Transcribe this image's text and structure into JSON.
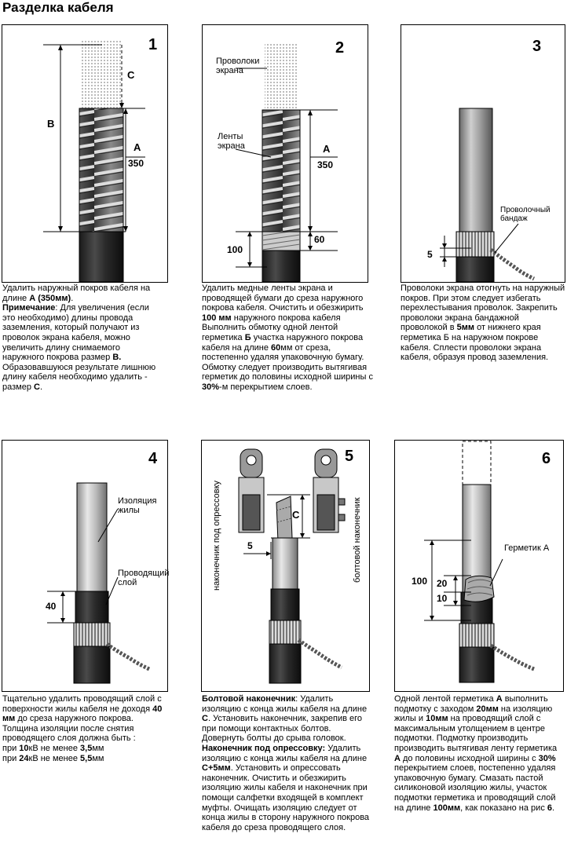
{
  "title": "Разделка кабеля",
  "panels": [
    {
      "number": "1",
      "dims": {
        "B": "B",
        "C": "C",
        "A": "A",
        "A_val": "350"
      }
    },
    {
      "number": "2",
      "labels": {
        "screen_wires": "Проволоки\nэкрана",
        "screen_tapes": "Ленты\nэкрана"
      },
      "dims": {
        "A": "A",
        "A_val": "350",
        "d100": "100",
        "d60": "60"
      }
    },
    {
      "number": "3",
      "labels": {
        "wire_band": "Проволочный\nбандаж"
      },
      "dims": {
        "d5": "5"
      }
    },
    {
      "number": "4",
      "labels": {
        "insulation": "Изоляция\nжилы",
        "conductive": "Проводящий\nслой"
      },
      "dims": {
        "d40": "40"
      }
    },
    {
      "number": "5",
      "labels": {
        "press_lug": "наконечник под опрессовку",
        "bolt_lug": "болтовой наконечник"
      },
      "dims": {
        "C": "C",
        "d5": "5"
      }
    },
    {
      "number": "6",
      "labels": {
        "sealant": "Герметик А"
      },
      "dims": {
        "d100": "100",
        "d20": "20",
        "d10": "10"
      }
    }
  ],
  "descriptions": {
    "p1": [
      {
        "t": "Удалить наружный покров кабеля на длине "
      },
      {
        "b": "А (350мм)"
      },
      {
        "t": ".\n"
      },
      {
        "b": "Примечание"
      },
      {
        "t": ": Для увеличения (если это необходимо) длины провода заземления, который получают из проволок экрана кабеля, можно увеличить длину снимаемого наружного покрова размер "
      },
      {
        "b": "В."
      },
      {
        "t": " Образовавшуюся результате лишнюю длину кабеля необходимо удалить - размер "
      },
      {
        "b": "С"
      },
      {
        "t": "."
      }
    ],
    "p2": [
      {
        "t": "Удалить медные ленты экрана и проводящей бумаги до среза наружного покрова кабеля. Очистить и обезжирить "
      },
      {
        "b": "100 мм"
      },
      {
        "t": " наружного покрова кабеля Выполнить обмотку одной лентой герметика "
      },
      {
        "b": "Б"
      },
      {
        "t": " участка наружного покрова кабеля на длине "
      },
      {
        "b": "60"
      },
      {
        "t": "мм от среза, постепенно удаляя упаковочную бумагу. Обмотку следует производить вытягивая герметик до половины исходной ширины с "
      },
      {
        "b": "30%"
      },
      {
        "t": "-м перекрытием слоев."
      }
    ],
    "p3": [
      {
        "t": "Проволоки экрана отогнуть на наружный покров. При этом следует избегать перехлестывания проволок. Закрепить проволоки экрана бандажной проволокой в "
      },
      {
        "b": "5мм"
      },
      {
        "t": " от нижнего края герметика Б на наружном покрове кабеля. Сплести проволоки экрана кабеля, образуя провод заземления."
      }
    ],
    "p4": [
      {
        "t": "Тщательно удалить проводящий слой с поверхности жилы кабеля не доходя "
      },
      {
        "b": "40 мм"
      },
      {
        "t": " до среза наружного покрова. Толщина изоляции после снятия проводящего слоя должна быть :\nпри "
      },
      {
        "b": "10"
      },
      {
        "t": "кВ не менее "
      },
      {
        "b": "3,5"
      },
      {
        "t": "мм\nпри "
      },
      {
        "b": "24"
      },
      {
        "t": "кВ не менее "
      },
      {
        "b": "5,5"
      },
      {
        "t": "мм"
      }
    ],
    "p5": [
      {
        "b": "Болтовой наконечник"
      },
      {
        "t": ": Удалить изоляцию с конца жилы кабеля на длине "
      },
      {
        "b": "С"
      },
      {
        "t": ". Установить наконечник, закрепив его при помощи контактных болтов. Довернуть болты до срыва головок.\n"
      },
      {
        "b": "Наконечник под опрессовку:"
      },
      {
        "t": " Удалить изоляцию с конца жилы кабеля на длине "
      },
      {
        "b": "С+5мм"
      },
      {
        "t": ". Установить и опрессовать наконечник. Очистить и обезжирить изоляцию жилы кабеля и наконечник при помощи салфетки входящей в комплект муфты. Очищать изоляцию следует от конца жилы в сторону наружного покрова кабеля до среза проводящего слоя."
      }
    ],
    "p6": [
      {
        "t": "Одной лентой герметика "
      },
      {
        "b": "А"
      },
      {
        "t": " выполнить подмотку с заходом "
      },
      {
        "b": "20мм"
      },
      {
        "t": " на изоляцию жилы и "
      },
      {
        "b": "10мм"
      },
      {
        "t": " на проводящий слой с максимальным утолщением в центре подмотки. Подмотку производить производить вытягивая ленту герметика "
      },
      {
        "b": "А"
      },
      {
        "t": " до половины исходной ширины с "
      },
      {
        "b": "30%"
      },
      {
        "t": " перекрытием слоев, постепенно удаляя упаковочную бумагу. Смазать пастой силиконовой изоляцию жилы, участок подмотки герметика и проводящий слой на длине "
      },
      {
        "b": "100мм"
      },
      {
        "t": ", как показано на рис "
      },
      {
        "b": "6"
      },
      {
        "t": "."
      }
    ]
  }
}
